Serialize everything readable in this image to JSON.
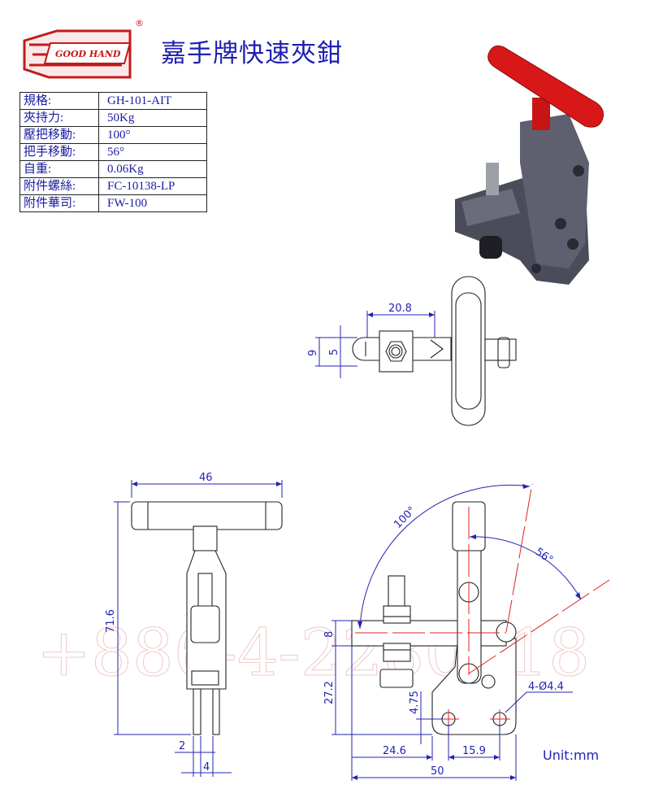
{
  "brand": {
    "logo_text": "GOOD HAND",
    "registered_mark": "®"
  },
  "title": "嘉手牌快速夾鉗",
  "specs": [
    {
      "label": "規格:",
      "value": "GH-101-AIT"
    },
    {
      "label": "夾持力:",
      "value": "50Kg"
    },
    {
      "label": "壓把移動:",
      "value": "100°"
    },
    {
      "label": "把手移動:",
      "value": "56°"
    },
    {
      "label": "自重:",
      "value": "0.06Kg"
    },
    {
      "label": "附件螺絲:",
      "value": "FC-10138-LP"
    },
    {
      "label": "附件華司:",
      "value": "FW-100"
    }
  ],
  "watermark": {
    "phone": "+886-4-2280518"
  },
  "top_view": {
    "dims": {
      "length": "20.8",
      "outer_width": "9",
      "slot_width": "5"
    }
  },
  "front_view": {
    "dims": {
      "handle_width": "46",
      "height": "71.6",
      "leg_thickness": "2",
      "leg_gap": "4"
    }
  },
  "side_view": {
    "dims": {
      "arm_thickness": "8",
      "arm_height": "27.2",
      "hole_offset": "4.75",
      "hole_x": "24.6",
      "hole_spacing": "15.9",
      "total_length": "50",
      "holes": "4-Ø4.4",
      "angle_clamp": "100°",
      "angle_handle": "56°"
    },
    "unit": "Unit:mm"
  },
  "colors": {
    "brand_red": "#c41a1a",
    "dimension_blue": "#2323b4",
    "centerline_red": "#e02020",
    "handle_red": "#d81818"
  }
}
